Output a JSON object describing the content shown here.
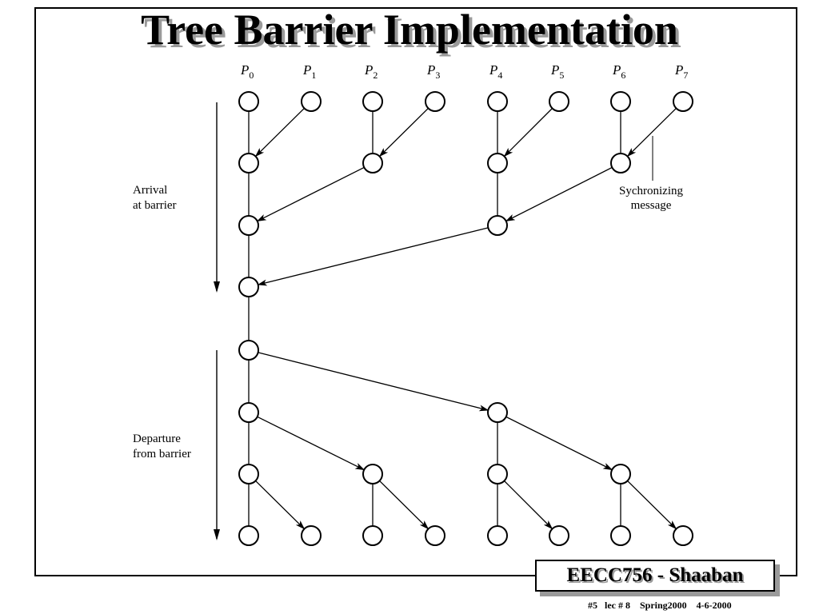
{
  "slide": {
    "title": "Tree Barrier Implementation",
    "badge": "EECC756 - Shaaban",
    "footer": "#5   lec # 8    Spring2000    4-6-2000"
  },
  "diagram": {
    "processors": [
      {
        "letter": "P",
        "sub": "0"
      },
      {
        "letter": "P",
        "sub": "1"
      },
      {
        "letter": "P",
        "sub": "2"
      },
      {
        "letter": "P",
        "sub": "3"
      },
      {
        "letter": "P",
        "sub": "4"
      },
      {
        "letter": "P",
        "sub": "5"
      },
      {
        "letter": "P",
        "sub": "6"
      },
      {
        "letter": "P",
        "sub": "7"
      }
    ],
    "arrival_label": [
      "Arrival",
      "at barrier"
    ],
    "departure_label": [
      "Departure",
      "from barrier"
    ],
    "sync_label": [
      "Sychronizing",
      "message"
    ],
    "nodes": [
      {
        "col": 0,
        "row": 0
      },
      {
        "col": 1,
        "row": 0
      },
      {
        "col": 2,
        "row": 0
      },
      {
        "col": 3,
        "row": 0
      },
      {
        "col": 4,
        "row": 0
      },
      {
        "col": 5,
        "row": 0
      },
      {
        "col": 6,
        "row": 0
      },
      {
        "col": 7,
        "row": 0
      },
      {
        "col": 0,
        "row": 1
      },
      {
        "col": 2,
        "row": 1
      },
      {
        "col": 4,
        "row": 1
      },
      {
        "col": 6,
        "row": 1
      },
      {
        "col": 0,
        "row": 2
      },
      {
        "col": 4,
        "row": 2
      },
      {
        "col": 0,
        "row": 3
      },
      {
        "col": 0,
        "row": 4
      },
      {
        "col": 0,
        "row": 5
      },
      {
        "col": 4,
        "row": 5
      },
      {
        "col": 0,
        "row": 6
      },
      {
        "col": 2,
        "row": 6
      },
      {
        "col": 4,
        "row": 6
      },
      {
        "col": 6,
        "row": 6
      },
      {
        "col": 0,
        "row": 7
      },
      {
        "col": 1,
        "row": 7
      },
      {
        "col": 2,
        "row": 7
      },
      {
        "col": 3,
        "row": 7
      },
      {
        "col": 4,
        "row": 7
      },
      {
        "col": 5,
        "row": 7
      },
      {
        "col": 6,
        "row": 7
      },
      {
        "col": 7,
        "row": 7
      }
    ],
    "lines": [
      {
        "from": [
          0,
          0
        ],
        "to": [
          0,
          1
        ]
      },
      {
        "from": [
          2,
          0
        ],
        "to": [
          2,
          1
        ]
      },
      {
        "from": [
          4,
          0
        ],
        "to": [
          4,
          1
        ]
      },
      {
        "from": [
          6,
          0
        ],
        "to": [
          6,
          1
        ]
      },
      {
        "from": [
          0,
          1
        ],
        "to": [
          0,
          2
        ]
      },
      {
        "from": [
          4,
          1
        ],
        "to": [
          4,
          2
        ]
      },
      {
        "from": [
          0,
          2
        ],
        "to": [
          0,
          3
        ]
      },
      {
        "from": [
          0,
          3
        ],
        "to": [
          0,
          4
        ]
      },
      {
        "from": [
          0,
          4
        ],
        "to": [
          0,
          5
        ]
      },
      {
        "from": [
          0,
          5
        ],
        "to": [
          0,
          6
        ]
      },
      {
        "from": [
          4,
          5
        ],
        "to": [
          4,
          6
        ]
      },
      {
        "from": [
          0,
          6
        ],
        "to": [
          0,
          7
        ]
      },
      {
        "from": [
          2,
          6
        ],
        "to": [
          2,
          7
        ]
      },
      {
        "from": [
          4,
          6
        ],
        "to": [
          4,
          7
        ]
      },
      {
        "from": [
          6,
          6
        ],
        "to": [
          6,
          7
        ]
      }
    ],
    "arrows": [
      {
        "from": [
          1,
          0
        ],
        "to": [
          0,
          1
        ]
      },
      {
        "from": [
          3,
          0
        ],
        "to": [
          2,
          1
        ]
      },
      {
        "from": [
          5,
          0
        ],
        "to": [
          4,
          1
        ]
      },
      {
        "from": [
          7,
          0
        ],
        "to": [
          6,
          1
        ]
      },
      {
        "from": [
          2,
          1
        ],
        "to": [
          0,
          2
        ]
      },
      {
        "from": [
          6,
          1
        ],
        "to": [
          4,
          2
        ]
      },
      {
        "from": [
          4,
          2
        ],
        "to": [
          0,
          3
        ]
      },
      {
        "from": [
          0,
          4
        ],
        "to": [
          4,
          5
        ]
      },
      {
        "from": [
          0,
          5
        ],
        "to": [
          2,
          6
        ]
      },
      {
        "from": [
          4,
          5
        ],
        "to": [
          6,
          6
        ]
      },
      {
        "from": [
          0,
          6
        ],
        "to": [
          1,
          7
        ]
      },
      {
        "from": [
          2,
          6
        ],
        "to": [
          3,
          7
        ]
      },
      {
        "from": [
          4,
          6
        ],
        "to": [
          5,
          7
        ]
      },
      {
        "from": [
          6,
          6
        ],
        "to": [
          7,
          7
        ]
      }
    ]
  }
}
